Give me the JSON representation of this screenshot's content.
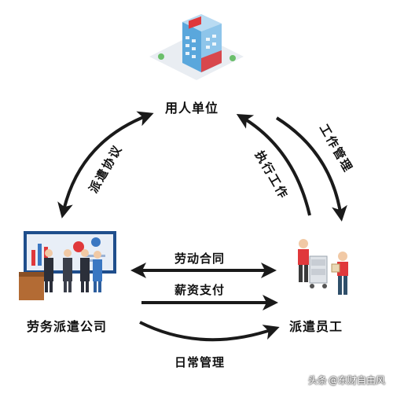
{
  "nodes": {
    "employer": "用人单位",
    "agency": "劳务派遣公司",
    "worker": "派遣员工"
  },
  "relations": {
    "dispatch_agreement": "派遣协议",
    "execute_work": "执行工作",
    "work_management": "工作管理",
    "labor_contract": "劳动合同",
    "salary_payment": "薪资支付",
    "daily_management": "日常管理"
  },
  "watermark": {
    "source": "头条",
    "account": "@东财自由风"
  },
  "colors": {
    "arrow": "#1a1a1a",
    "building_blue": "#5aa7dc",
    "accent_red": "#e0383b",
    "board_blue": "#1f4e8c"
  }
}
